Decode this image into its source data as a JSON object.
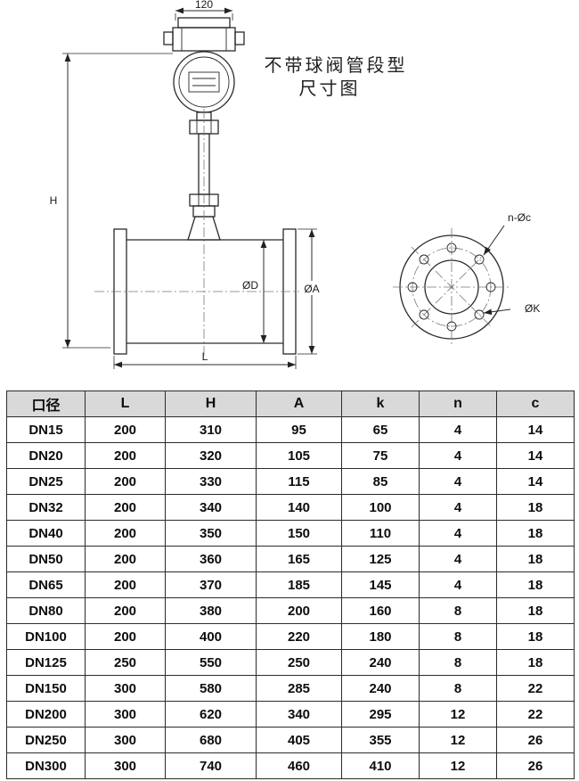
{
  "drawing": {
    "title_line1": "不带球阀管段型",
    "title_line2": "尺寸图",
    "labels": {
      "top_width": "120",
      "height": "H",
      "inner_diameter": "ØD",
      "outer_diameter": "ØA",
      "length": "L",
      "bolt_holes": "n-Øc",
      "bolt_circle": "ØK"
    }
  },
  "table": {
    "headers": [
      "口径",
      "L",
      "H",
      "A",
      "k",
      "n",
      "c"
    ],
    "rows": [
      [
        "DN15",
        "200",
        "310",
        "95",
        "65",
        "4",
        "14"
      ],
      [
        "DN20",
        "200",
        "320",
        "105",
        "75",
        "4",
        "14"
      ],
      [
        "DN25",
        "200",
        "330",
        "115",
        "85",
        "4",
        "14"
      ],
      [
        "DN32",
        "200",
        "340",
        "140",
        "100",
        "4",
        "18"
      ],
      [
        "DN40",
        "200",
        "350",
        "150",
        "110",
        "4",
        "18"
      ],
      [
        "DN50",
        "200",
        "360",
        "165",
        "125",
        "4",
        "18"
      ],
      [
        "DN65",
        "200",
        "370",
        "185",
        "145",
        "4",
        "18"
      ],
      [
        "DN80",
        "200",
        "380",
        "200",
        "160",
        "8",
        "18"
      ],
      [
        "DN100",
        "200",
        "400",
        "220",
        "180",
        "8",
        "18"
      ],
      [
        "DN125",
        "250",
        "550",
        "250",
        "240",
        "8",
        "18"
      ],
      [
        "DN150",
        "300",
        "580",
        "285",
        "240",
        "8",
        "22"
      ],
      [
        "DN200",
        "300",
        "620",
        "340",
        "295",
        "12",
        "22"
      ],
      [
        "DN250",
        "300",
        "680",
        "405",
        "355",
        "12",
        "26"
      ],
      [
        "DN300",
        "300",
        "740",
        "460",
        "410",
        "12",
        "26"
      ]
    ]
  }
}
